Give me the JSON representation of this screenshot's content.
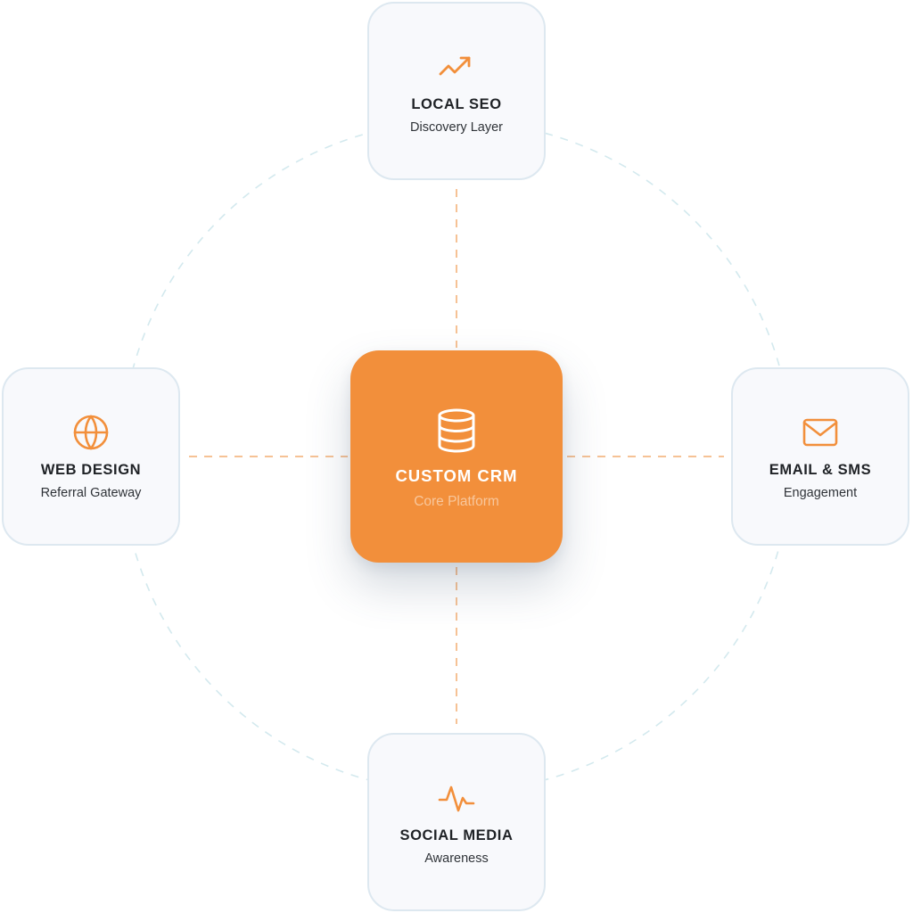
{
  "colors": {
    "accent": "#f28f3b",
    "card_background": "#f8f9fc",
    "card_border": "#dde8f0",
    "ring": "#d3e9ee",
    "connector": "#f6c295",
    "title_text": "#1f2226",
    "core_subtitle": "#f8c79c"
  },
  "core": {
    "title": "CUSTOM CRM",
    "subtitle": "Core Platform",
    "icon": "database-icon"
  },
  "nodes": {
    "top": {
      "title": "LOCAL SEO",
      "subtitle": "Discovery Layer",
      "icon": "trending-up-icon"
    },
    "left": {
      "title": "WEB DESIGN",
      "subtitle": "Referral Gateway",
      "icon": "globe-icon"
    },
    "right": {
      "title": "EMAIL & SMS",
      "subtitle": "Engagement",
      "icon": "mail-icon"
    },
    "bottom": {
      "title": "SOCIAL MEDIA",
      "subtitle": "Awareness",
      "icon": "activity-pulse-icon"
    }
  }
}
